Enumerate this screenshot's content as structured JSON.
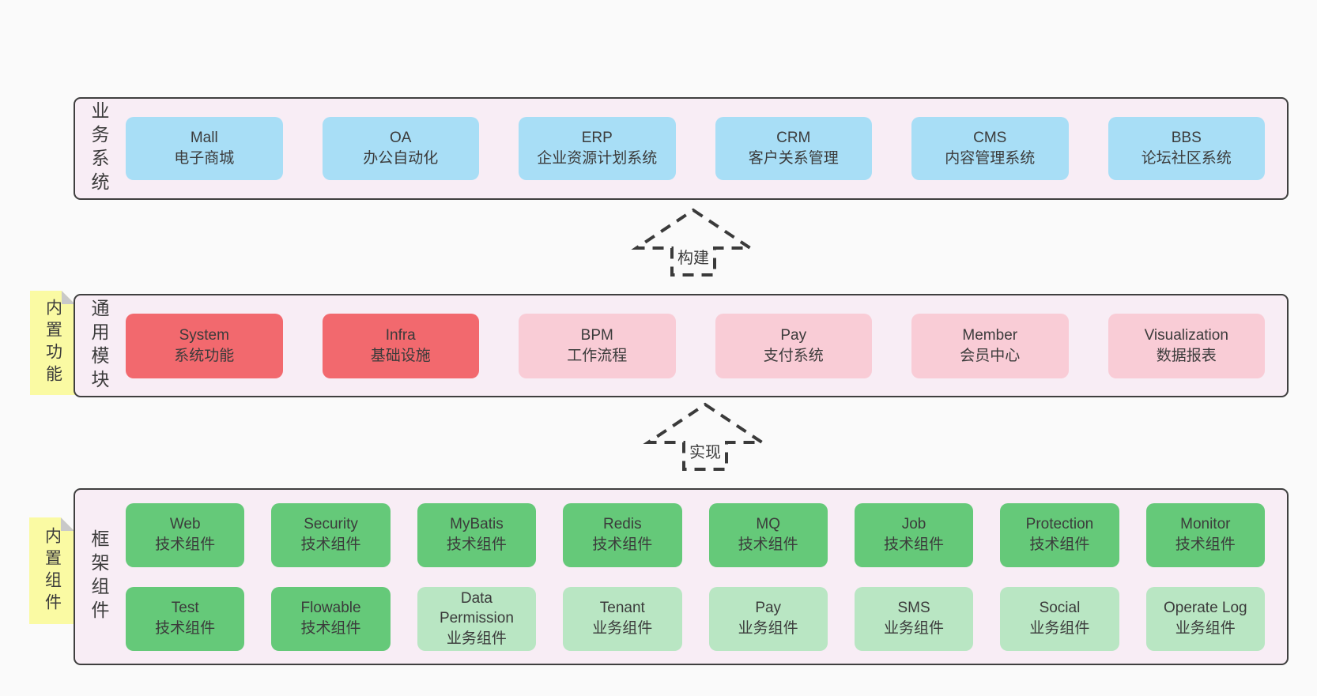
{
  "page": {
    "bg": "#fafafa"
  },
  "palette": {
    "pageBg": "#fafafa",
    "panel": "#f8edf5",
    "panelBorder": "#3f3f3f",
    "text": "#3b3b3b",
    "blue": "#a8def6",
    "red": "#f2696e",
    "pink": "#f9ccd6",
    "green": "#65c979",
    "lightGreen": "#b9e6c3",
    "sticky": "#fafaa3",
    "stickyFold": "#c9c9c9"
  },
  "arrows": [
    {
      "label": "构建"
    },
    {
      "label": "实现"
    }
  ],
  "layers": [
    {
      "id": "business-systems",
      "label": "业务系统",
      "sticky": null,
      "rows": [
        [
          {
            "en": "Mall",
            "zh": "电子商城",
            "color": "blue"
          },
          {
            "en": "OA",
            "zh": "办公自动化",
            "color": "blue"
          },
          {
            "en": "ERP",
            "zh": "企业资源计划系统",
            "color": "blue"
          },
          {
            "en": "CRM",
            "zh": "客户关系管理",
            "color": "blue"
          },
          {
            "en": "CMS",
            "zh": "内容管理系统",
            "color": "blue"
          },
          {
            "en": "BBS",
            "zh": "论坛社区系统",
            "color": "blue"
          }
        ]
      ]
    },
    {
      "id": "common-modules",
      "label": "通用模块",
      "sticky": "内置功能",
      "rows": [
        [
          {
            "en": "System",
            "zh": "系统功能",
            "color": "red"
          },
          {
            "en": "Infra",
            "zh": "基础设施",
            "color": "red"
          },
          {
            "en": "BPM",
            "zh": "工作流程",
            "color": "pink"
          },
          {
            "en": "Pay",
            "zh": "支付系统",
            "color": "pink"
          },
          {
            "en": "Member",
            "zh": "会员中心",
            "color": "pink"
          },
          {
            "en": "Visualization",
            "zh": "数据报表",
            "color": "pink"
          }
        ]
      ]
    },
    {
      "id": "framework-components",
      "label": "框架组件",
      "sticky": "内置组件",
      "rows": [
        [
          {
            "en": "Web",
            "zh": "技术组件",
            "color": "green"
          },
          {
            "en": "Security",
            "zh": "技术组件",
            "color": "green"
          },
          {
            "en": "MyBatis",
            "zh": "技术组件",
            "color": "green"
          },
          {
            "en": "Redis",
            "zh": "技术组件",
            "color": "green"
          },
          {
            "en": "MQ",
            "zh": "技术组件",
            "color": "green"
          },
          {
            "en": "Job",
            "zh": "技术组件",
            "color": "green"
          },
          {
            "en": "Protection",
            "zh": "技术组件",
            "color": "green"
          },
          {
            "en": "Monitor",
            "zh": "技术组件",
            "color": "green"
          }
        ],
        [
          {
            "en": "Test",
            "zh": "技术组件",
            "color": "green"
          },
          {
            "en": "Flowable",
            "zh": "技术组件",
            "color": "green"
          },
          {
            "en": "Data Permission",
            "zh": "业务组件",
            "color": "lightGreen"
          },
          {
            "en": "Tenant",
            "zh": "业务组件",
            "color": "lightGreen"
          },
          {
            "en": "Pay",
            "zh": "业务组件",
            "color": "lightGreen"
          },
          {
            "en": "SMS",
            "zh": "业务组件",
            "color": "lightGreen"
          },
          {
            "en": "Social",
            "zh": "业务组件",
            "color": "lightGreen"
          },
          {
            "en": "Operate Log",
            "zh": "业务组件",
            "color": "lightGreen"
          }
        ]
      ]
    }
  ]
}
